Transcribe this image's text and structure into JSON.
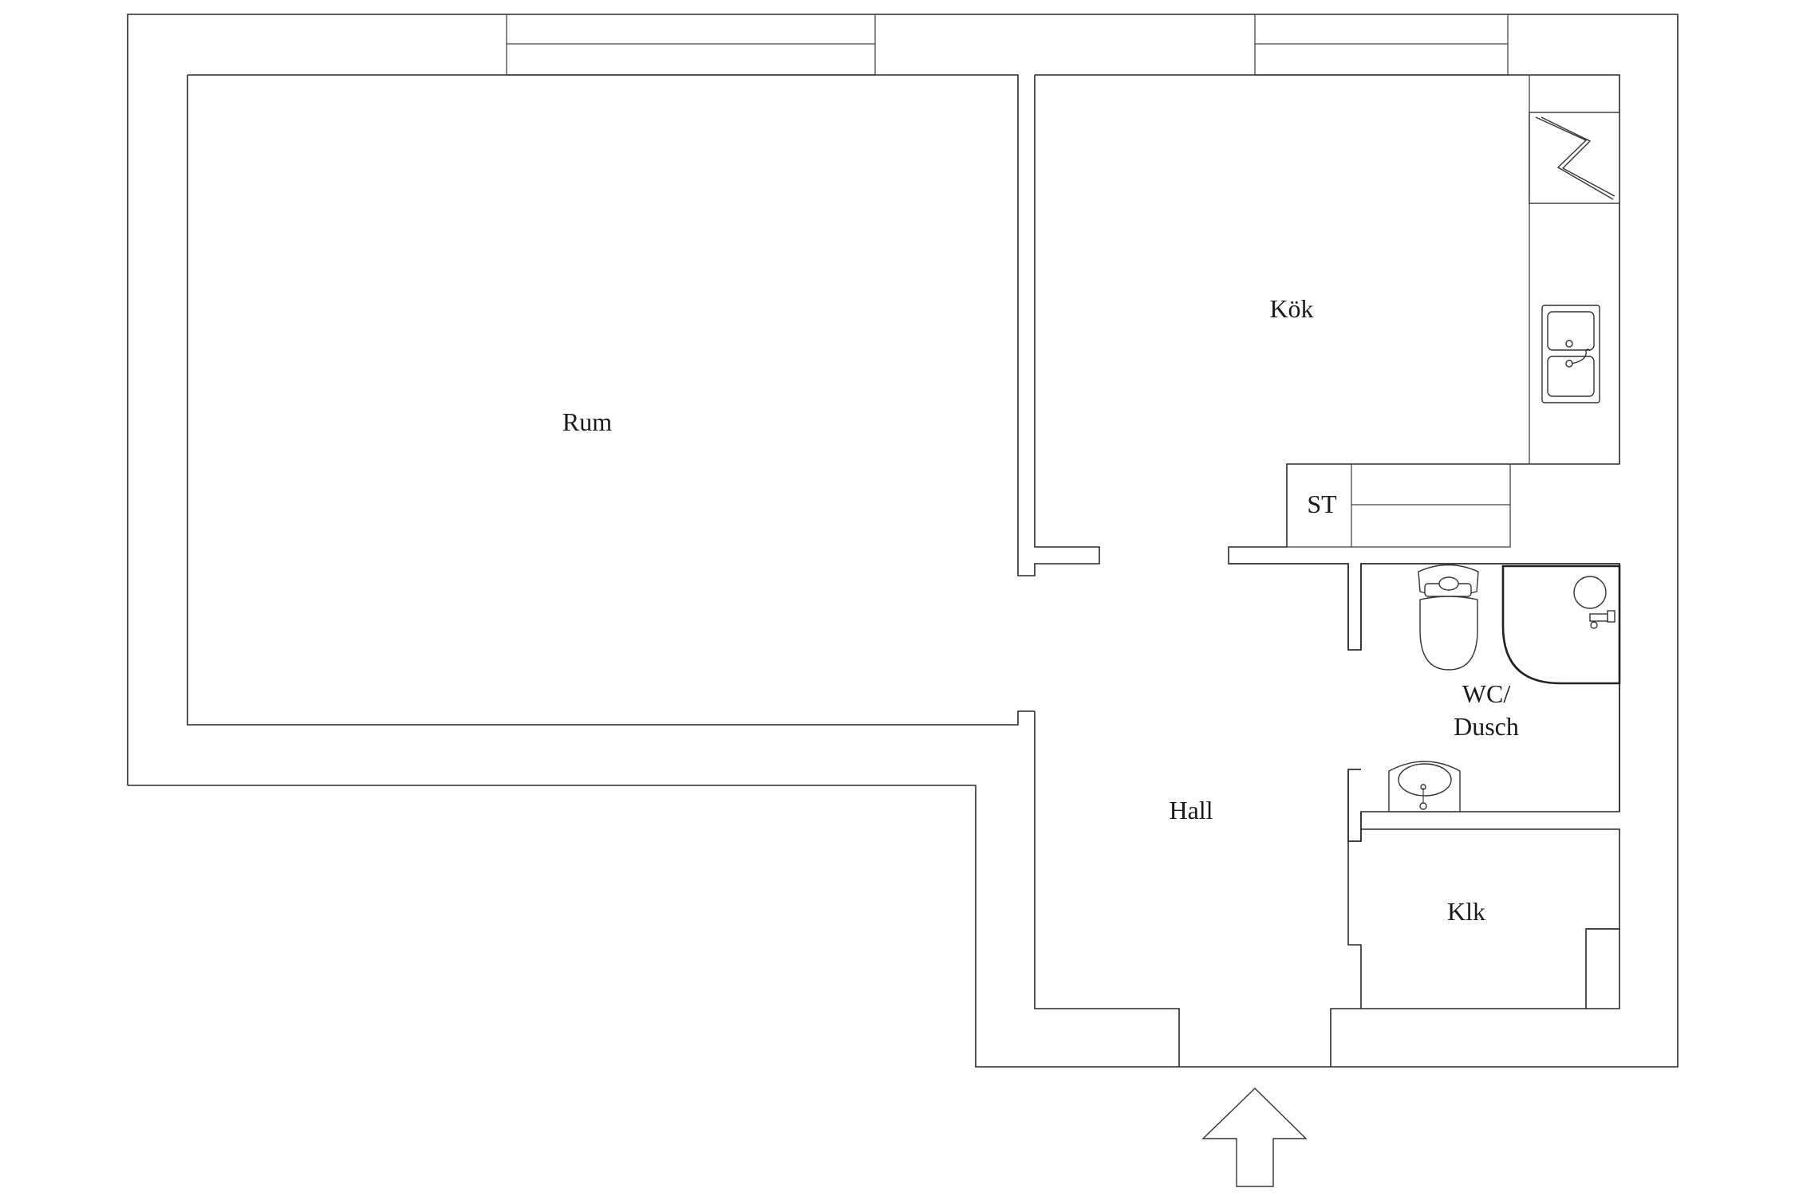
{
  "floorplan": {
    "rooms": {
      "rum": "Rum",
      "kok": "Kök",
      "st": "ST",
      "wc_line1": "WC/",
      "wc_line2": "Dusch",
      "hall": "Hall",
      "klk": "Klk"
    },
    "entrance": "entrance-arrow"
  }
}
